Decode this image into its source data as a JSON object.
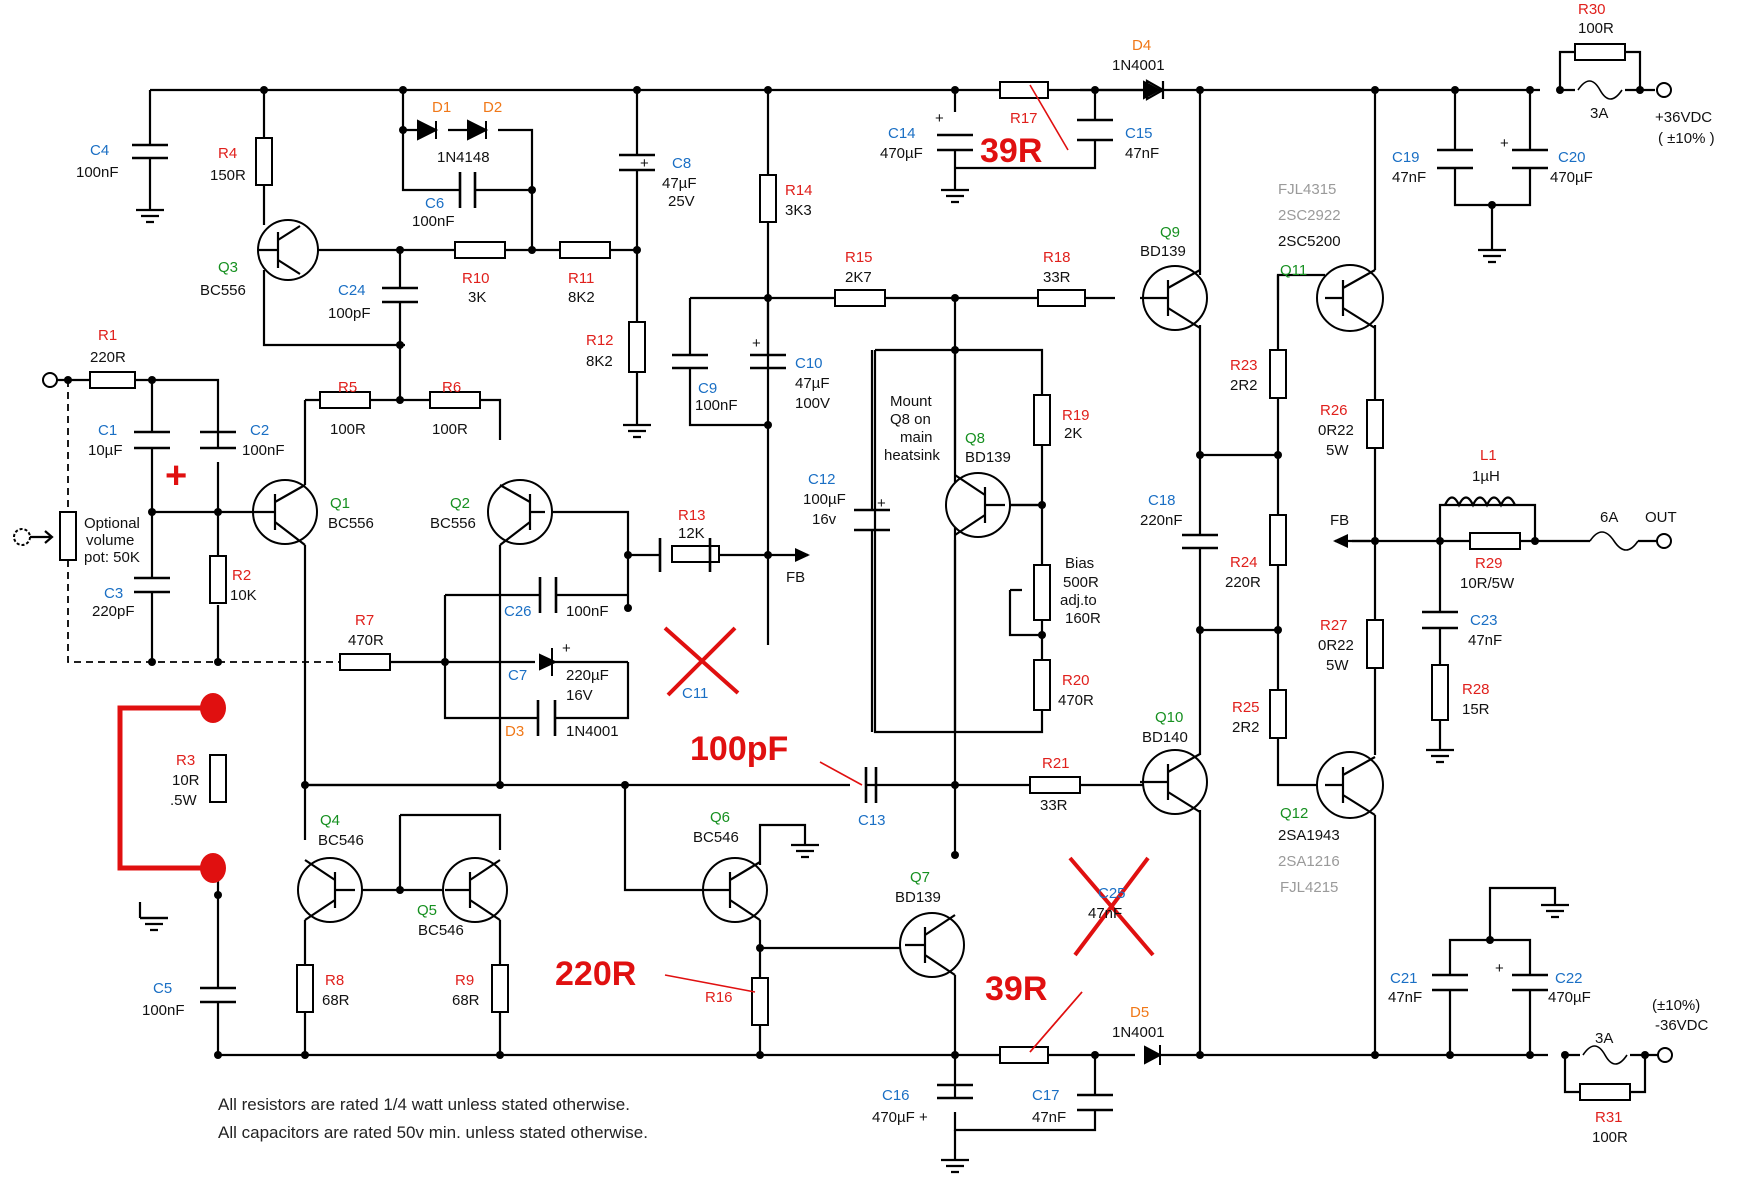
{
  "supply": {
    "positive": "+36VDC",
    "positive_tol": "( ±10% )",
    "negative": "-36VDC",
    "negative_tol": "(±10%)"
  },
  "fuses": {
    "f1": "3A",
    "f2": "3A",
    "f3": "6A"
  },
  "resistors": {
    "R1": [
      "R1",
      "220R"
    ],
    "R2": [
      "R2",
      "10K"
    ],
    "R3": [
      "R3",
      "10R",
      ".5W"
    ],
    "R4": [
      "R4",
      "150R"
    ],
    "R5": [
      "R5",
      "100R"
    ],
    "R6": [
      "R6",
      "100R"
    ],
    "R7": [
      "R7",
      "470R"
    ],
    "R8": [
      "R8",
      "68R"
    ],
    "R9": [
      "R9",
      "68R"
    ],
    "R10": [
      "R10",
      "3K"
    ],
    "R11": [
      "R11",
      "8K2"
    ],
    "R12": [
      "R12",
      "8K2"
    ],
    "R13": [
      "R13",
      "12K"
    ],
    "R14": [
      "R14",
      "3K3"
    ],
    "R15": [
      "R15",
      "2K7"
    ],
    "R16": [
      "R16"
    ],
    "R17": [
      "R17"
    ],
    "R18": [
      "R18",
      "33R"
    ],
    "R19": [
      "R19",
      "2K"
    ],
    "R20": [
      "R20",
      "470R"
    ],
    "R21": [
      "R21",
      "33R"
    ],
    "R23": [
      "R23",
      "2R2"
    ],
    "R24": [
      "R24",
      "220R"
    ],
    "R25": [
      "R25",
      "2R2"
    ],
    "R26": [
      "R26",
      "0R22",
      "5W"
    ],
    "R27": [
      "R27",
      "0R22",
      "5W"
    ],
    "R28": [
      "R28",
      "15R"
    ],
    "R29": [
      "R29",
      "10R/5W"
    ],
    "R30": [
      "R30",
      "100R"
    ],
    "R31": [
      "R31",
      "100R"
    ]
  },
  "capacitors": {
    "C1": [
      "C1",
      "10µF"
    ],
    "C2": [
      "C2",
      "100nF"
    ],
    "C3": [
      "C3",
      "220pF"
    ],
    "C4": [
      "C4",
      "100nF"
    ],
    "C5": [
      "C5",
      "100nF"
    ],
    "C6": [
      "C6",
      "100nF"
    ],
    "C7": [
      "C7",
      "220µF",
      "16V"
    ],
    "C8": [
      "C8",
      "47µF",
      "25V"
    ],
    "C9": [
      "C9",
      "100nF"
    ],
    "C10": [
      "C10",
      "47µF",
      "100V"
    ],
    "C11": [
      "C11"
    ],
    "C12": [
      "C12",
      "100µF",
      "16v"
    ],
    "C13": [
      "C13"
    ],
    "C14": [
      "C14",
      "470µF"
    ],
    "C15": [
      "C15",
      "47nF"
    ],
    "C16": [
      "C16",
      "470µF +"
    ],
    "C17": [
      "C17",
      "47nF"
    ],
    "C18": [
      "C18",
      "220nF"
    ],
    "C19": [
      "C19",
      "47nF"
    ],
    "C20": [
      "C20",
      "470µF"
    ],
    "C21": [
      "C21",
      "47nF"
    ],
    "C22": [
      "C22",
      "470µF"
    ],
    "C23": [
      "C23",
      "47nF"
    ],
    "C24": [
      "C24",
      "100pF"
    ],
    "C25": [
      "C25",
      "47nF"
    ],
    "C26": [
      "C26",
      "100nF"
    ]
  },
  "diodes": {
    "D1": "D1",
    "D2": "D2",
    "D12": "1N4148",
    "D3": "D3",
    "D3v": "1N4001",
    "D4": "D4",
    "D4v": "1N4001",
    "D5": "D5",
    "D5v": "1N4001"
  },
  "transistors": {
    "Q1": [
      "Q1",
      "BC556"
    ],
    "Q2": [
      "Q2",
      "BC556"
    ],
    "Q3": [
      "Q3",
      "BC556"
    ],
    "Q4": [
      "Q4",
      "BC546"
    ],
    "Q5": [
      "Q5",
      "BC546"
    ],
    "Q6": [
      "Q6",
      "BC546"
    ],
    "Q7": [
      "Q7",
      "BD139"
    ],
    "Q8": [
      "Q8",
      "BD139"
    ],
    "Q9": [
      "Q9",
      "BD139"
    ],
    "Q10": [
      "Q10",
      "BD140"
    ],
    "Q11": [
      "Q11",
      "2SC5200"
    ],
    "Q12": [
      "Q12",
      "2SA1943"
    ]
  },
  "alternates": {
    "q11a": "FJL4315",
    "q11b": "2SC2922",
    "q12a": "2SA1216",
    "q12b": "FJL4215"
  },
  "inductor": {
    "name": "L1",
    "value": "1µH"
  },
  "labels": {
    "fb1": "FB",
    "fb2": "FB",
    "out": "OUT",
    "pot": [
      "Optional",
      "volume",
      "pot: 50K"
    ],
    "mount": [
      "Mount",
      "Q8 on",
      "main",
      "heatsink"
    ],
    "bias": [
      "Bias",
      "500R",
      "adj.to",
      "160R"
    ],
    "plus": "+"
  },
  "annotations": {
    "r17": "39R",
    "c13": "100pF",
    "r16": "220R",
    "r22": "39R"
  },
  "notes": [
    "All resistors are rated 1/4 watt unless stated otherwise.",
    "All capacitors are rated 50v min. unless stated otherwise."
  ]
}
